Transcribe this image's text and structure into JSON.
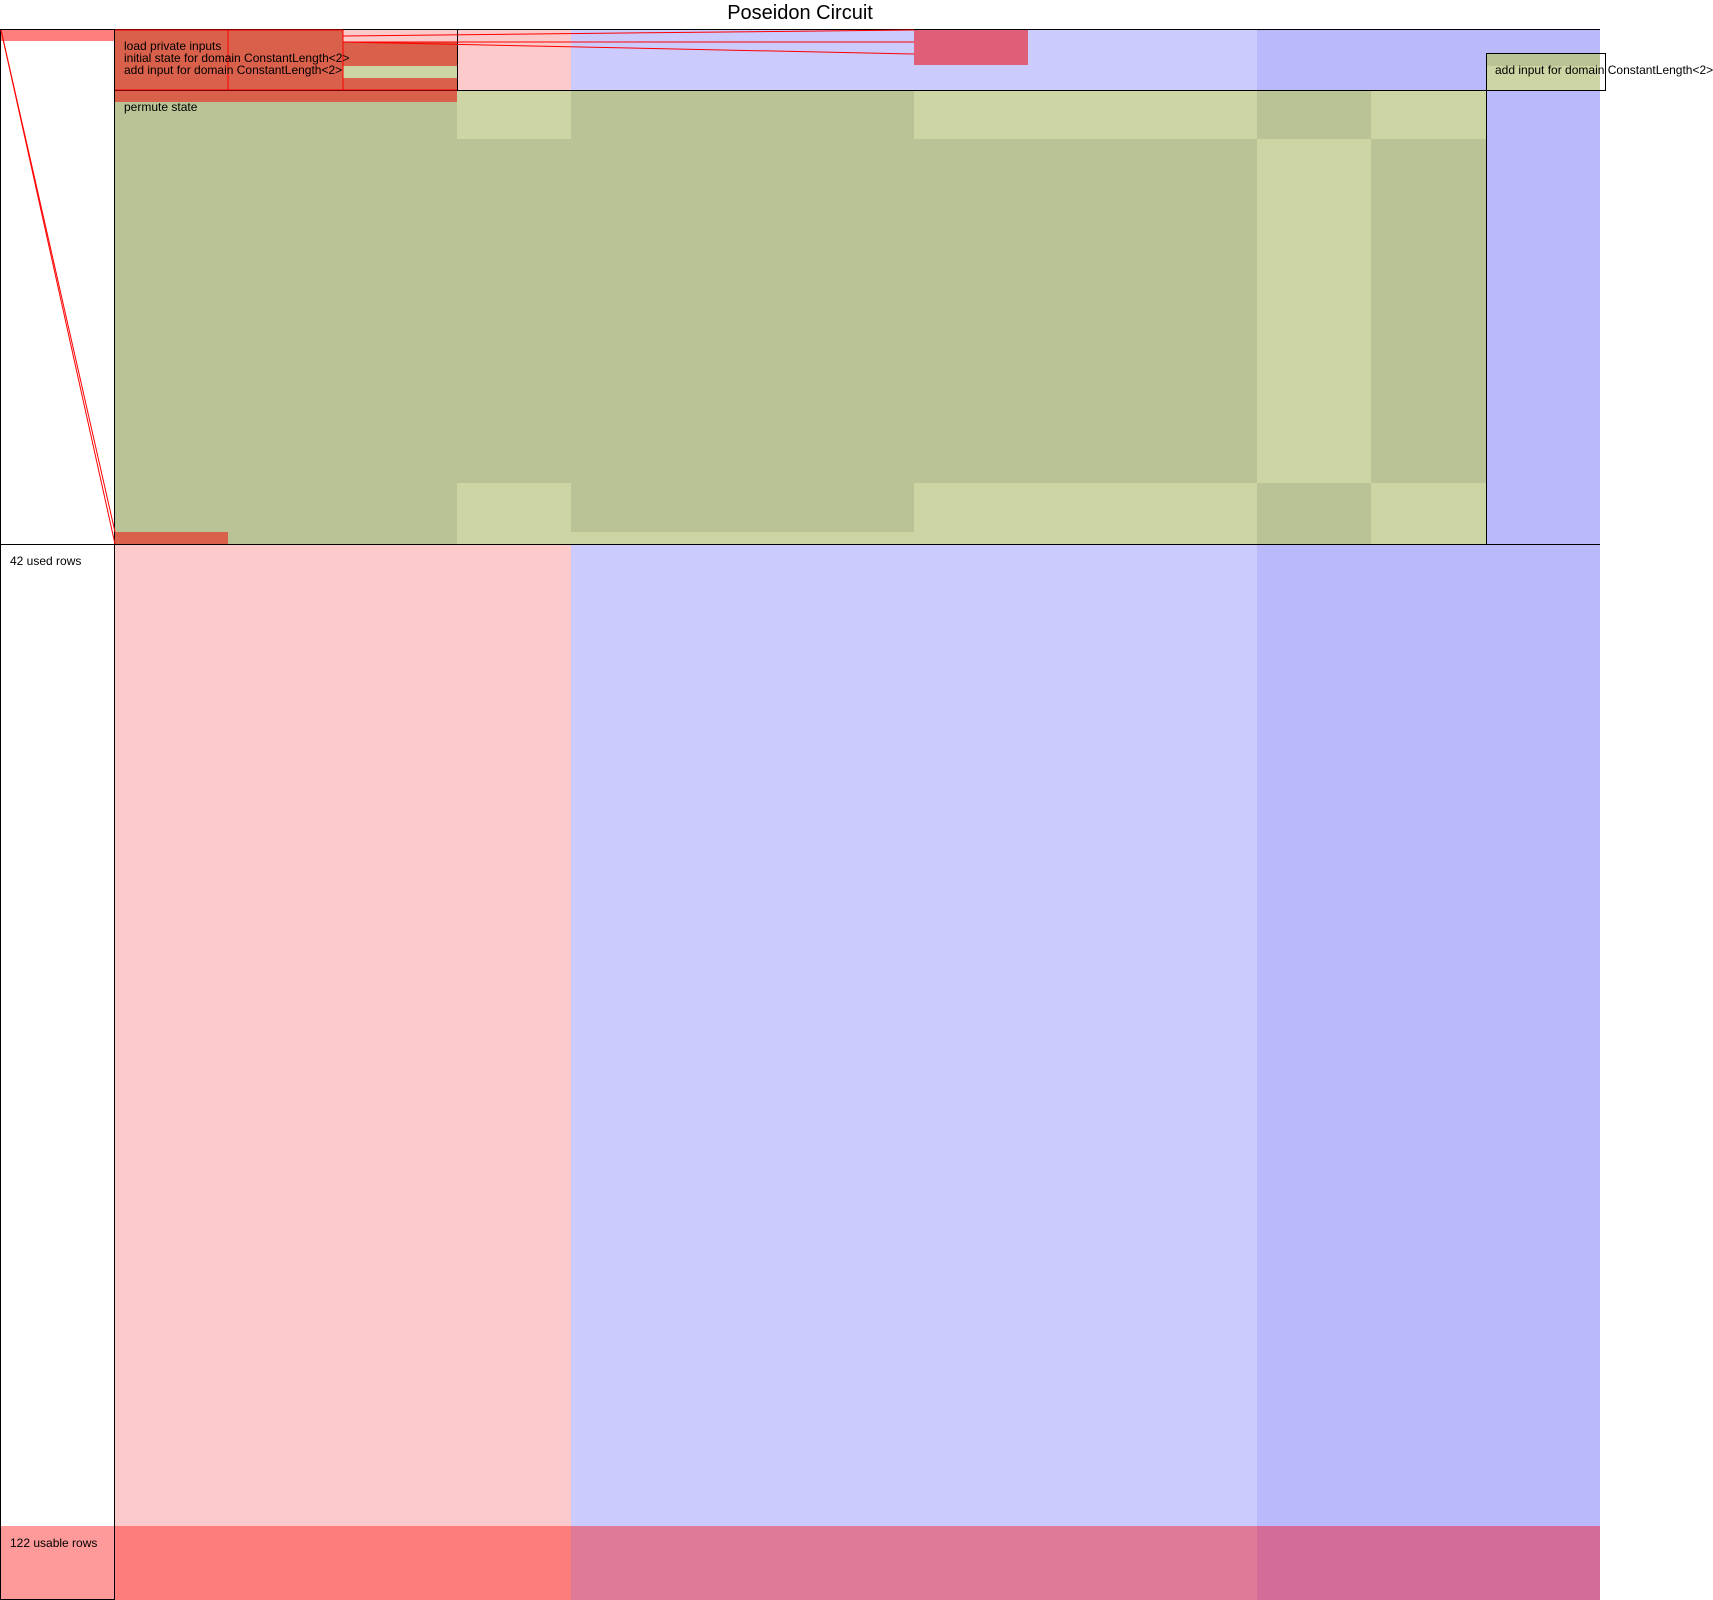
{
  "title": "Poseidon Circuit",
  "regions": [
    {
      "name": "load private inputs"
    },
    {
      "name": "initial state for domain ConstantLength<2>"
    },
    {
      "name": "add input for domain ConstantLength<2>"
    },
    {
      "name": "permute state"
    }
  ],
  "right_region_label": "add input for domain ConstantLength<2>",
  "used_rows_label": "42 used rows",
  "usable_rows_label": "122 usable rows",
  "colors": {
    "instance": "#ffffff",
    "advice": "#fccaca",
    "fixed": "#cbcbfd",
    "selector": "#b9b9fc",
    "region_fill": "#b9c396",
    "region_light": "#ccd5a3",
    "cell_assigned": "#d9604b",
    "poisoned": "#fc7d7d",
    "equality_line": "#ff0000"
  }
}
